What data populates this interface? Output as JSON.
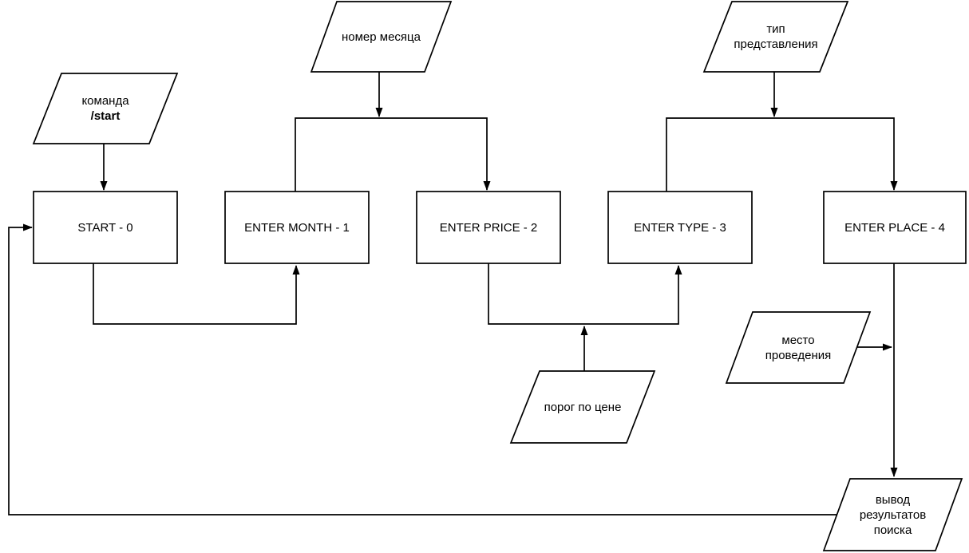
{
  "diagram": {
    "type": "flowchart",
    "background_color": "#ffffff",
    "stroke_color": "#000000",
    "text_color": "#000000",
    "nodes": {
      "cmd_start": {
        "shape": "parallelogram",
        "line1": "команда",
        "line2": "/start"
      },
      "month_number": {
        "shape": "parallelogram",
        "line1": "номер месяца"
      },
      "view_type": {
        "shape": "parallelogram",
        "line1": "тип",
        "line2": "представления"
      },
      "state_start": {
        "shape": "rectangle",
        "label": "START - 0"
      },
      "state_month": {
        "shape": "rectangle",
        "label": "ENTER MONTH - 1"
      },
      "state_price": {
        "shape": "rectangle",
        "label": "ENTER PRICE - 2"
      },
      "state_type": {
        "shape": "rectangle",
        "label": "ENTER TYPE - 3"
      },
      "state_place": {
        "shape": "rectangle",
        "label": "ENTER PLACE - 4"
      },
      "price_threshold": {
        "shape": "parallelogram",
        "line1": "порог по цене"
      },
      "venue": {
        "shape": "parallelogram",
        "line1": "место",
        "line2": "проведения"
      },
      "search_output": {
        "shape": "parallelogram",
        "line1": "вывод",
        "line2": "результатов",
        "line3": "поиска"
      }
    }
  }
}
